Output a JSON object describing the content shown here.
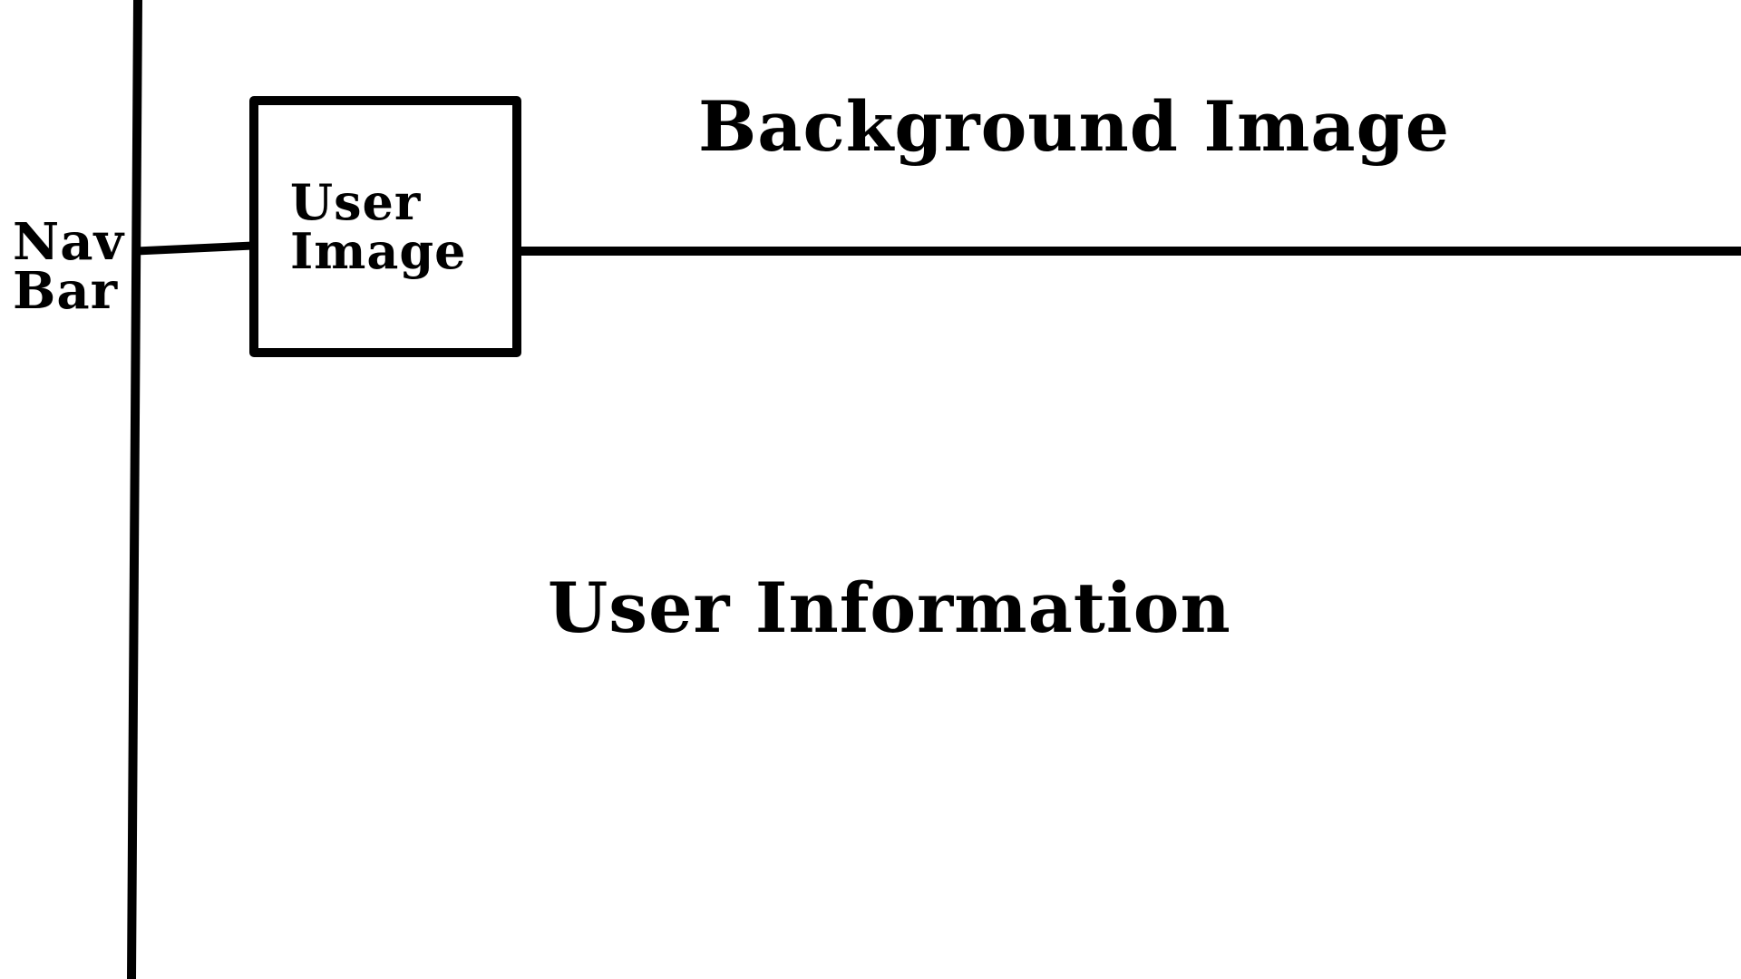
{
  "diagram": {
    "nav_bar": {
      "line1": "Nav",
      "line2": "Bar"
    },
    "user_image": {
      "line1": "User",
      "line2": "Image"
    },
    "background_image": {
      "label": "Background Image"
    },
    "user_information": {
      "label": "User Information"
    },
    "colors": {
      "ink": "#000000",
      "paper": "#ffffff"
    }
  }
}
